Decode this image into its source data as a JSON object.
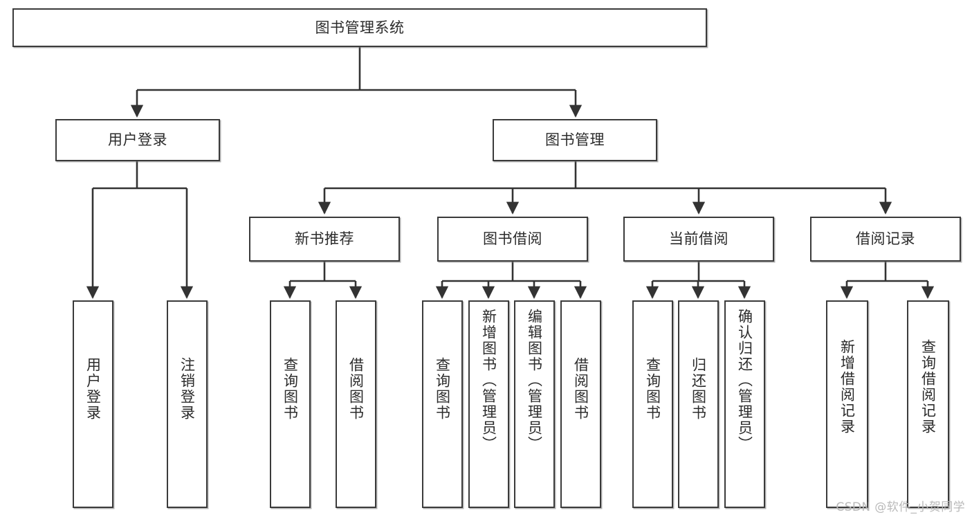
{
  "diagram": {
    "type": "tree-hierarchy-flowchart",
    "root": {
      "id": "root",
      "label": "图书管理系统"
    },
    "level1": [
      {
        "id": "user-login",
        "label": "用户登录"
      },
      {
        "id": "book-manage",
        "label": "图书管理"
      }
    ],
    "level2": [
      {
        "id": "new-book-rec",
        "label": "新书推荐",
        "parent": "book-manage"
      },
      {
        "id": "book-borrow",
        "label": "图书借阅",
        "parent": "book-manage"
      },
      {
        "id": "current-borrow",
        "label": "当前借阅",
        "parent": "book-manage"
      },
      {
        "id": "borrow-record",
        "label": "借阅记录",
        "parent": "book-manage"
      }
    ],
    "leaves": {
      "user-login": [
        {
          "id": "leaf-user-login",
          "label": "用户登录"
        },
        {
          "id": "leaf-logout",
          "label": "注销登录"
        }
      ],
      "new-book-rec": [
        {
          "id": "leaf-query-book-1",
          "label": "查询图书"
        },
        {
          "id": "leaf-borrow-book-1",
          "label": "借阅图书"
        }
      ],
      "book-borrow": [
        {
          "id": "leaf-query-book-2",
          "label": "查询图书"
        },
        {
          "id": "leaf-add-book",
          "label": "新增图书（管理员）"
        },
        {
          "id": "leaf-edit-book",
          "label": "编辑图书（管理员）"
        },
        {
          "id": "leaf-borrow-book-2",
          "label": "借阅图书"
        }
      ],
      "current-borrow": [
        {
          "id": "leaf-query-book-3",
          "label": "查询图书"
        },
        {
          "id": "leaf-return-book",
          "label": "归还图书"
        },
        {
          "id": "leaf-confirm-return",
          "label": "确认归还（管理员）"
        }
      ],
      "borrow-record": [
        {
          "id": "leaf-add-record",
          "label": "新增借阅记录"
        },
        {
          "id": "leaf-query-record",
          "label": "查询借阅记录"
        }
      ]
    }
  },
  "watermark": {
    "text": "CSDN @软件_小贺同学"
  },
  "colors": {
    "box_border": "#3a3a3a",
    "box_fill": "#ffffff",
    "text": "#2b2b2b",
    "connector": "#333333",
    "watermark": "#b9b9b9",
    "page_background": "#ffffff"
  }
}
